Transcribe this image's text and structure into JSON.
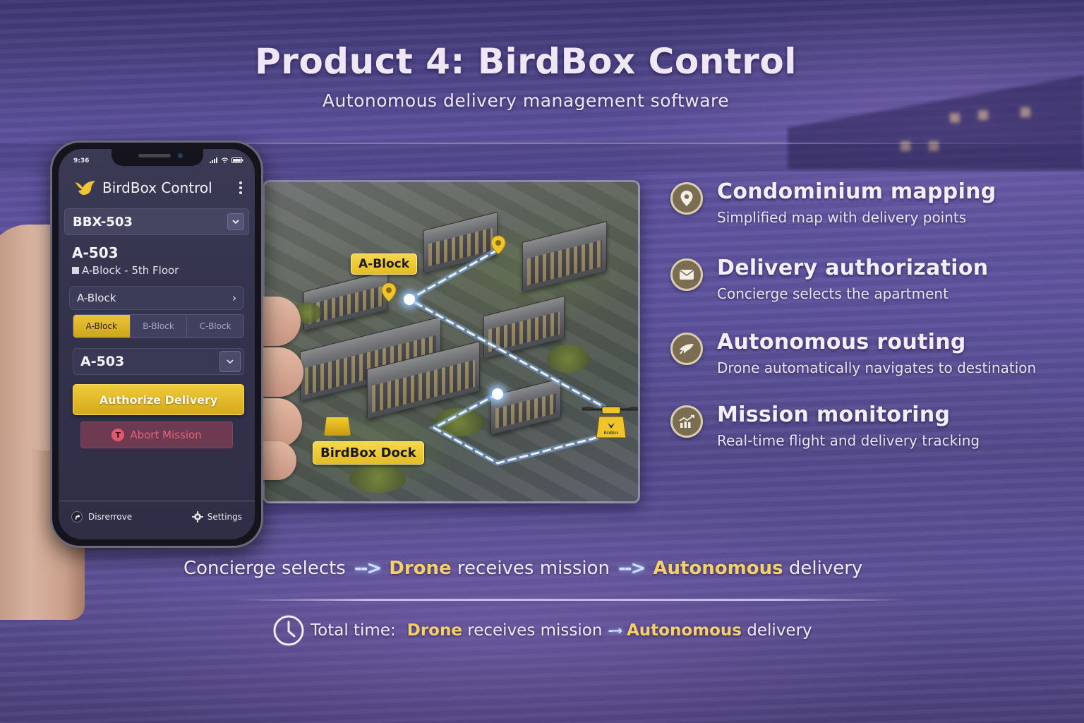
{
  "header": {
    "title": "Product 4: BirdBox Control",
    "subtitle": "Autonomous delivery management software"
  },
  "phone": {
    "status_time": "9:36",
    "app_title": "BirdBox Control",
    "drone_select": {
      "value": "BBX-503"
    },
    "apartment": {
      "title": "A-503",
      "subtitle": "A-Block - 5th Floor"
    },
    "block_row": {
      "label": "A-Block"
    },
    "block_tabs": [
      {
        "label": "A-Block",
        "active": true
      },
      {
        "label": "B-Block",
        "active": false
      },
      {
        "label": "C-Block",
        "active": false
      }
    ],
    "apartment_select": {
      "value": "A-503"
    },
    "authorize_label": "Authorize Delivery",
    "abort_label": "Abort Mission",
    "abort_icon_glyph": "T",
    "nav": {
      "left_label": "Disrerrove",
      "right_label": "Settings"
    }
  },
  "map": {
    "labels": {
      "block": "A-Block",
      "dock": "BirdBox Dock"
    },
    "drone_brand": "BirdBox",
    "route_color": "#a9cdfc",
    "accent": "#f3cf3a"
  },
  "features": [
    {
      "icon": "map-pin-icon",
      "title": "Condominium mapping",
      "desc": "Simplified map with delivery points"
    },
    {
      "icon": "envelope-icon",
      "title": "Delivery authorization",
      "desc": "Concierge selects the apartment"
    },
    {
      "icon": "route-icon",
      "title": "Autonomous routing",
      "desc": "Drone automatically navigates to destination"
    },
    {
      "icon": "chart-icon",
      "title": "Mission monitoring",
      "desc": "Real-time flight and delivery tracking"
    }
  ],
  "flow": {
    "step1": "Concierge selects",
    "step2_hl": "Drone",
    "step2": " receives mission",
    "step3_hl": "Autonomous",
    "step3": " delivery",
    "arrow": "-->"
  },
  "total": {
    "label": "Total time:",
    "part1_hl": "Drone",
    "part1": " receives mission",
    "arrow": "-→",
    "part2_hl": "Autonomous",
    "part2": " delivery"
  },
  "colors": {
    "background": "#5a4f9a",
    "highlight": "#f5d06a",
    "button_yellow": "#e3bb2a",
    "abort_red": "#e3637a",
    "feature_icon_bg": "#7a6d52"
  }
}
